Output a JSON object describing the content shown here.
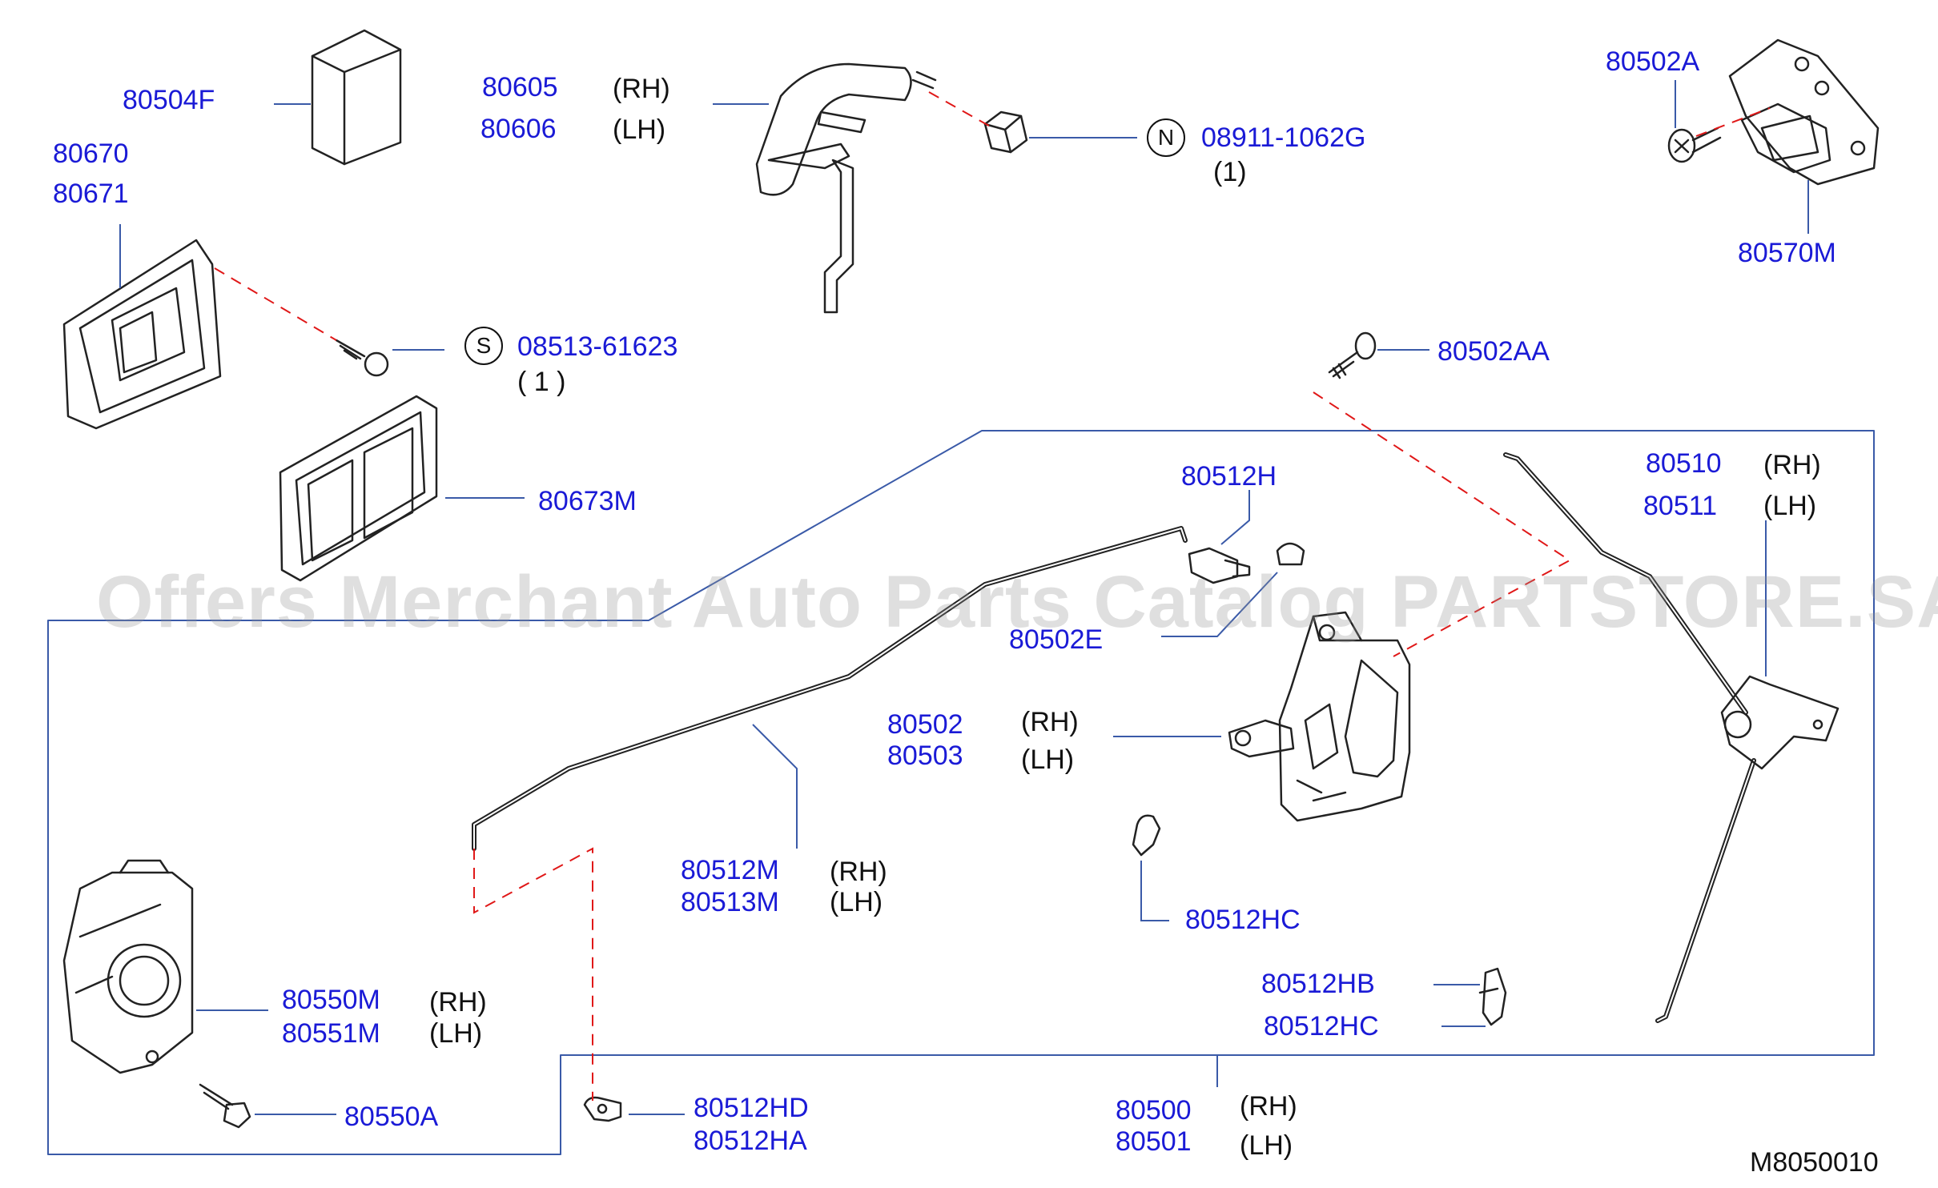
{
  "watermark": "Offers Merchant Auto Parts Catalog PARTSTORE.SA",
  "diagram_id": "M8050010",
  "side_labels": {
    "rh": "(RH)",
    "lh": "(LH)"
  },
  "parts": {
    "p80504F": "80504F",
    "p80670": "80670",
    "p80671": "80671",
    "p80605": "80605",
    "p80606": "80606",
    "p08911": "08911-1062G",
    "qty_08911": "(1)",
    "symbol_N": "N",
    "p08513": "08513-61623",
    "qty_08513": "( 1 )",
    "symbol_S": "S",
    "p80673M": "80673M",
    "p80502A": "80502A",
    "p80570M": "80570M",
    "p80502AA": "80502AA",
    "p80512H": "80512H",
    "p80502E": "80502E",
    "p80510": "80510",
    "p80511": "80511",
    "p80502": "80502",
    "p80503": "80503",
    "p80512M": "80512M",
    "p80513M": "80513M",
    "p80512HC_a": "80512HC",
    "p80512HB": "80512HB",
    "p80512HC_b": "80512HC",
    "p80550M": "80550M",
    "p80551M": "80551M",
    "p80550A": "80550A",
    "p80512HD": "80512HD",
    "p80512HA": "80512HA",
    "p80500": "80500",
    "p80501": "80501"
  }
}
